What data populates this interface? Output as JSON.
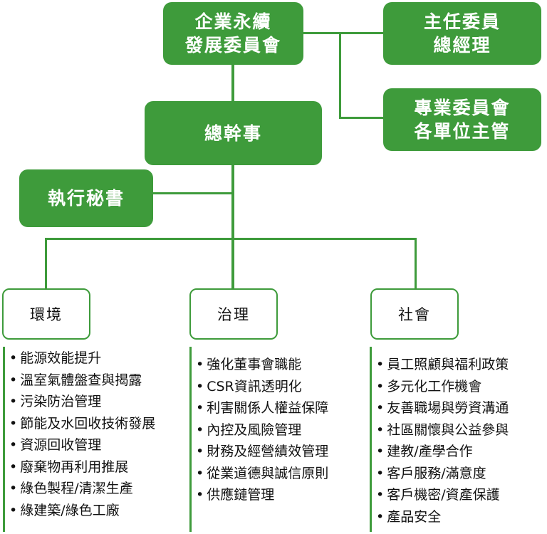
{
  "org": {
    "committee": [
      "企業永續",
      "發展委員會"
    ],
    "chair": [
      "主任委員",
      "總經理"
    ],
    "special": [
      "專業委員會",
      "各單位主管"
    ],
    "secretary_general": "總幹事",
    "exec_secretary": "執行秘書"
  },
  "pillars": [
    {
      "name": "環境",
      "items": [
        "能源效能提升",
        "溫室氣體盤查與揭露",
        "污染防治管理",
        "節能及水回收技術發展",
        "資源回收管理",
        "廢棄物再利用推展",
        "綠色製程/清潔生產",
        "綠建築/綠色工廠"
      ]
    },
    {
      "name": "治理",
      "items": [
        "強化董事會職能",
        "CSR資訊透明化",
        "利害關係人權益保障",
        "內控及風險管理",
        "財務及經營績效管理",
        "從業道德與誠信原則",
        "供應鏈管理"
      ]
    },
    {
      "name": "社會",
      "items": [
        "員工照顧與福利政策",
        "多元化工作機會",
        "友善職場與勞資溝通",
        "社區關懷與公益參與",
        "建教/產學合作",
        "客戶服務/滿意度",
        "客戶機密/資產保護",
        "產品安全"
      ]
    }
  ],
  "colors": {
    "accent": "#3e9b3b",
    "text": "#111111",
    "background": "#ffffff"
  }
}
